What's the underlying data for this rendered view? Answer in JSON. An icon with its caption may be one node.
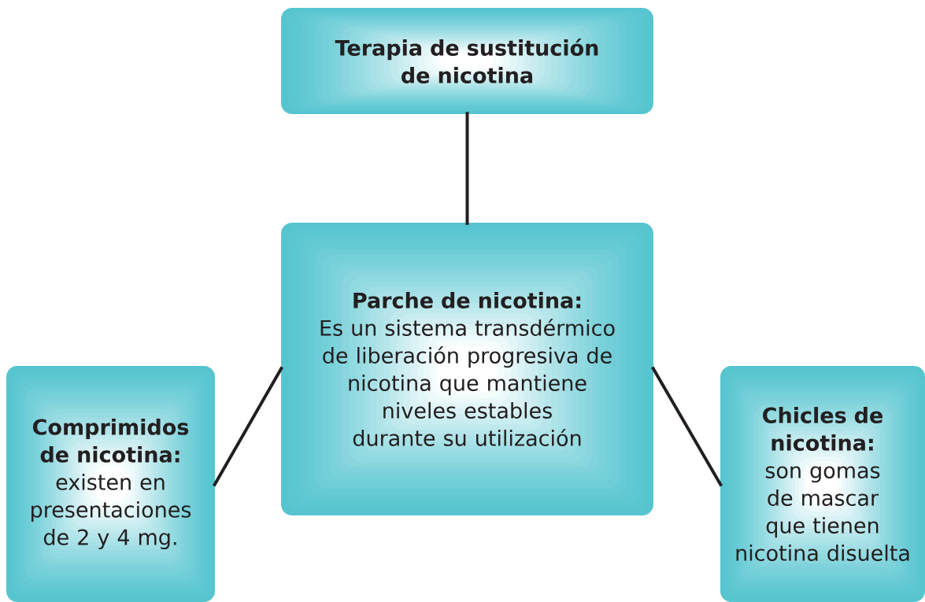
{
  "diagram": {
    "nodes": [
      {
        "text": [
          "Terapia de sustitución de nicotina"
        ]
      },
      {
        "text": [
          "Parche de nicotina:",
          "Es un sistema transdérmico de liberación progresiva de nicotina que mantiene niveles estables durante su utilización"
        ]
      },
      {
        "text": [
          "Comprimidos de nicotina:",
          "existen en presentaciones de 2 y 4 mg."
        ]
      },
      {
        "text": [
          "Chicles de nicotina:",
          "son gomas de mascar que tienen nicotina disuelta"
        ]
      }
    ],
    "edges": [
      {
        "from": 0,
        "to": 1,
        "arrow": "none"
      },
      {
        "from": 1,
        "to": 2,
        "arrow": "none"
      },
      {
        "from": 1,
        "to": 3,
        "arrow": "none"
      }
    ]
  }
}
